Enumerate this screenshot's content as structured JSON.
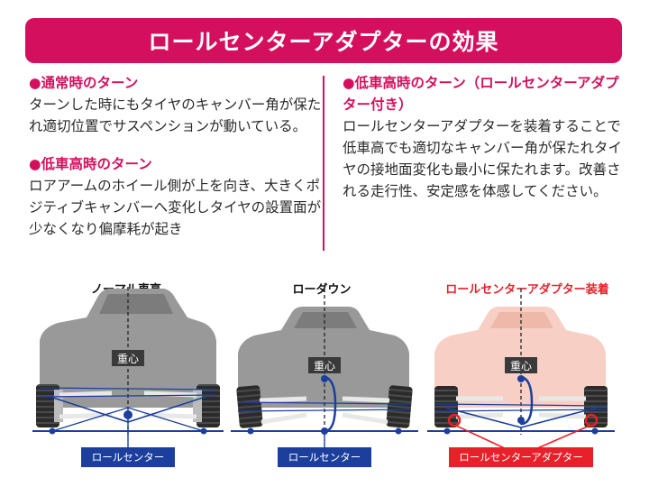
{
  "title": "ロールセンターアダプターの効果",
  "sections": {
    "normal": {
      "heading": "●通常時のターン",
      "body": "ターンした時にもタイヤのキャンバー角が保たれ適切位置でサスペンションが動いている。"
    },
    "lowered": {
      "heading": "●低車高時のターン",
      "body": "ロアアームのホイール側が上を向き、大きくポジティブキャンバーへ変化しタイヤの設置面が少なくなり偏摩耗が起き"
    },
    "adapter": {
      "heading": "●低車高時のターン（ロールセンターアダプター付き）",
      "body": "ロールセンターアダプターを装着することで低車高でも適切なキャンバー角が保たれタイヤの接地面変化も最小に保たれます。改善される走行性、安定感を体感してください。"
    }
  },
  "diagrams": {
    "normal": {
      "caption": "ノーマル車高",
      "cg_label": "重心",
      "rc_label": "ロールセンター"
    },
    "lowdown": {
      "caption": "ローダウン",
      "cg_label": "重心",
      "rc_label": "ロールセンター"
    },
    "adapter": {
      "caption": "ロールセンターアダプター装着",
      "cg_label": "重心",
      "rc_label": "ロールセンターアダプター"
    }
  },
  "colors": {
    "accent": "#d4105e",
    "body_gray": "#999999",
    "body_pink": "#f7cfc4",
    "blue": "#1c3f9e",
    "red": "#e8202a"
  }
}
